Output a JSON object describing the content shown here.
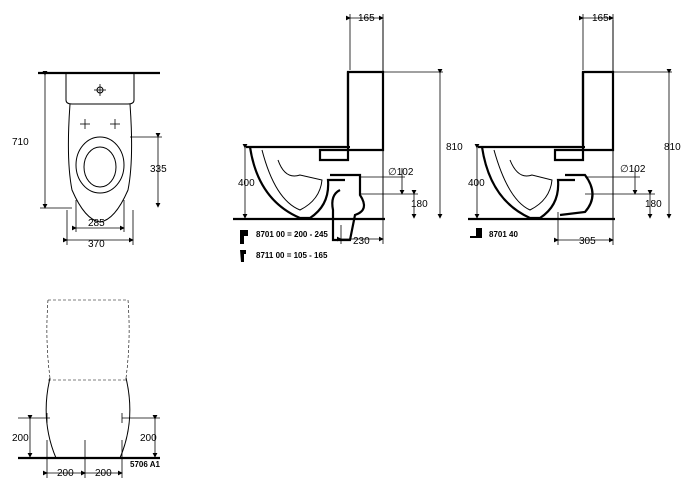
{
  "front_view": {
    "height_total": "710",
    "height_seat": "335",
    "width_inner": "285",
    "width_outer": "370"
  },
  "side_view_1": {
    "tank_depth": "165",
    "height_total": "810",
    "height_seat": "400",
    "outlet_diameter": "∅102",
    "outlet_height": "180",
    "outlet_distance": "230",
    "fittings": [
      {
        "code": "8701 00 = 200 - 245",
        "icon": "p-trap-icon"
      },
      {
        "code": "8711 00 = 105 - 165",
        "icon": "s-trap-icon"
      }
    ]
  },
  "side_view_2": {
    "tank_depth": "165",
    "height_total": "810",
    "height_seat": "400",
    "outlet_diameter": "∅102",
    "outlet_height": "180",
    "outlet_distance": "305",
    "fittings": [
      {
        "code": "8701 40",
        "icon": "floor-outlet-icon"
      }
    ]
  },
  "rear_view": {
    "fixing_height_left": "200",
    "fixing_height_right": "200",
    "fixing_left": "200",
    "fixing_right": "200",
    "model_code": "5706 A1"
  }
}
